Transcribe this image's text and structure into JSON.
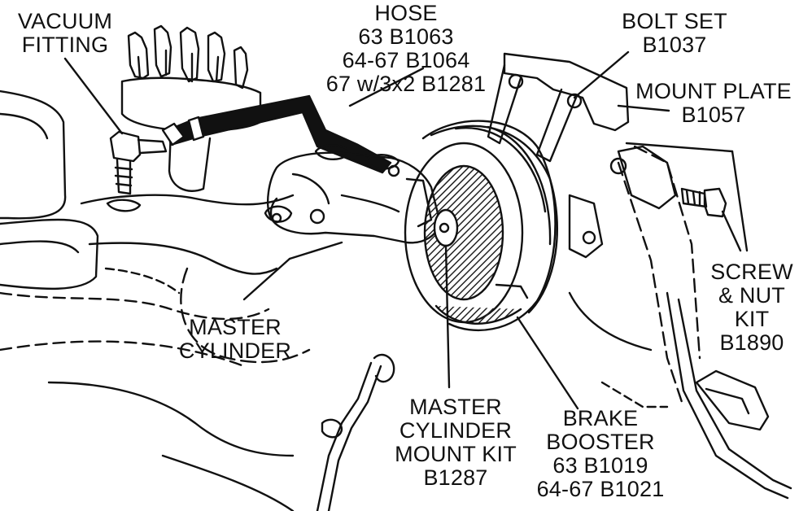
{
  "colors": {
    "ink": "#111111",
    "paper": "#ffffff",
    "hatch": "#222222"
  },
  "labels": {
    "vacuum_fitting": [
      "VACUUM",
      "FITTING"
    ],
    "hose": [
      "HOSE",
      "63  B1063",
      "64-67  B1064",
      "67 w/3x2 B1281"
    ],
    "bolt_set": [
      "BOLT SET",
      "B1037"
    ],
    "mount_plate": [
      "MOUNT PLATE",
      "B1057"
    ],
    "screw_nut_kit": [
      "SCREW",
      "& NUT",
      "KIT",
      "B1890"
    ],
    "master_cylinder": [
      "MASTER",
      "CYLINDER"
    ],
    "mc_mount_kit": [
      "MASTER",
      "CYLINDER",
      "MOUNT KIT",
      "B1287"
    ],
    "brake_booster": [
      "BRAKE",
      "BOOSTER",
      "63  B1019",
      "64-67  B1021"
    ]
  }
}
